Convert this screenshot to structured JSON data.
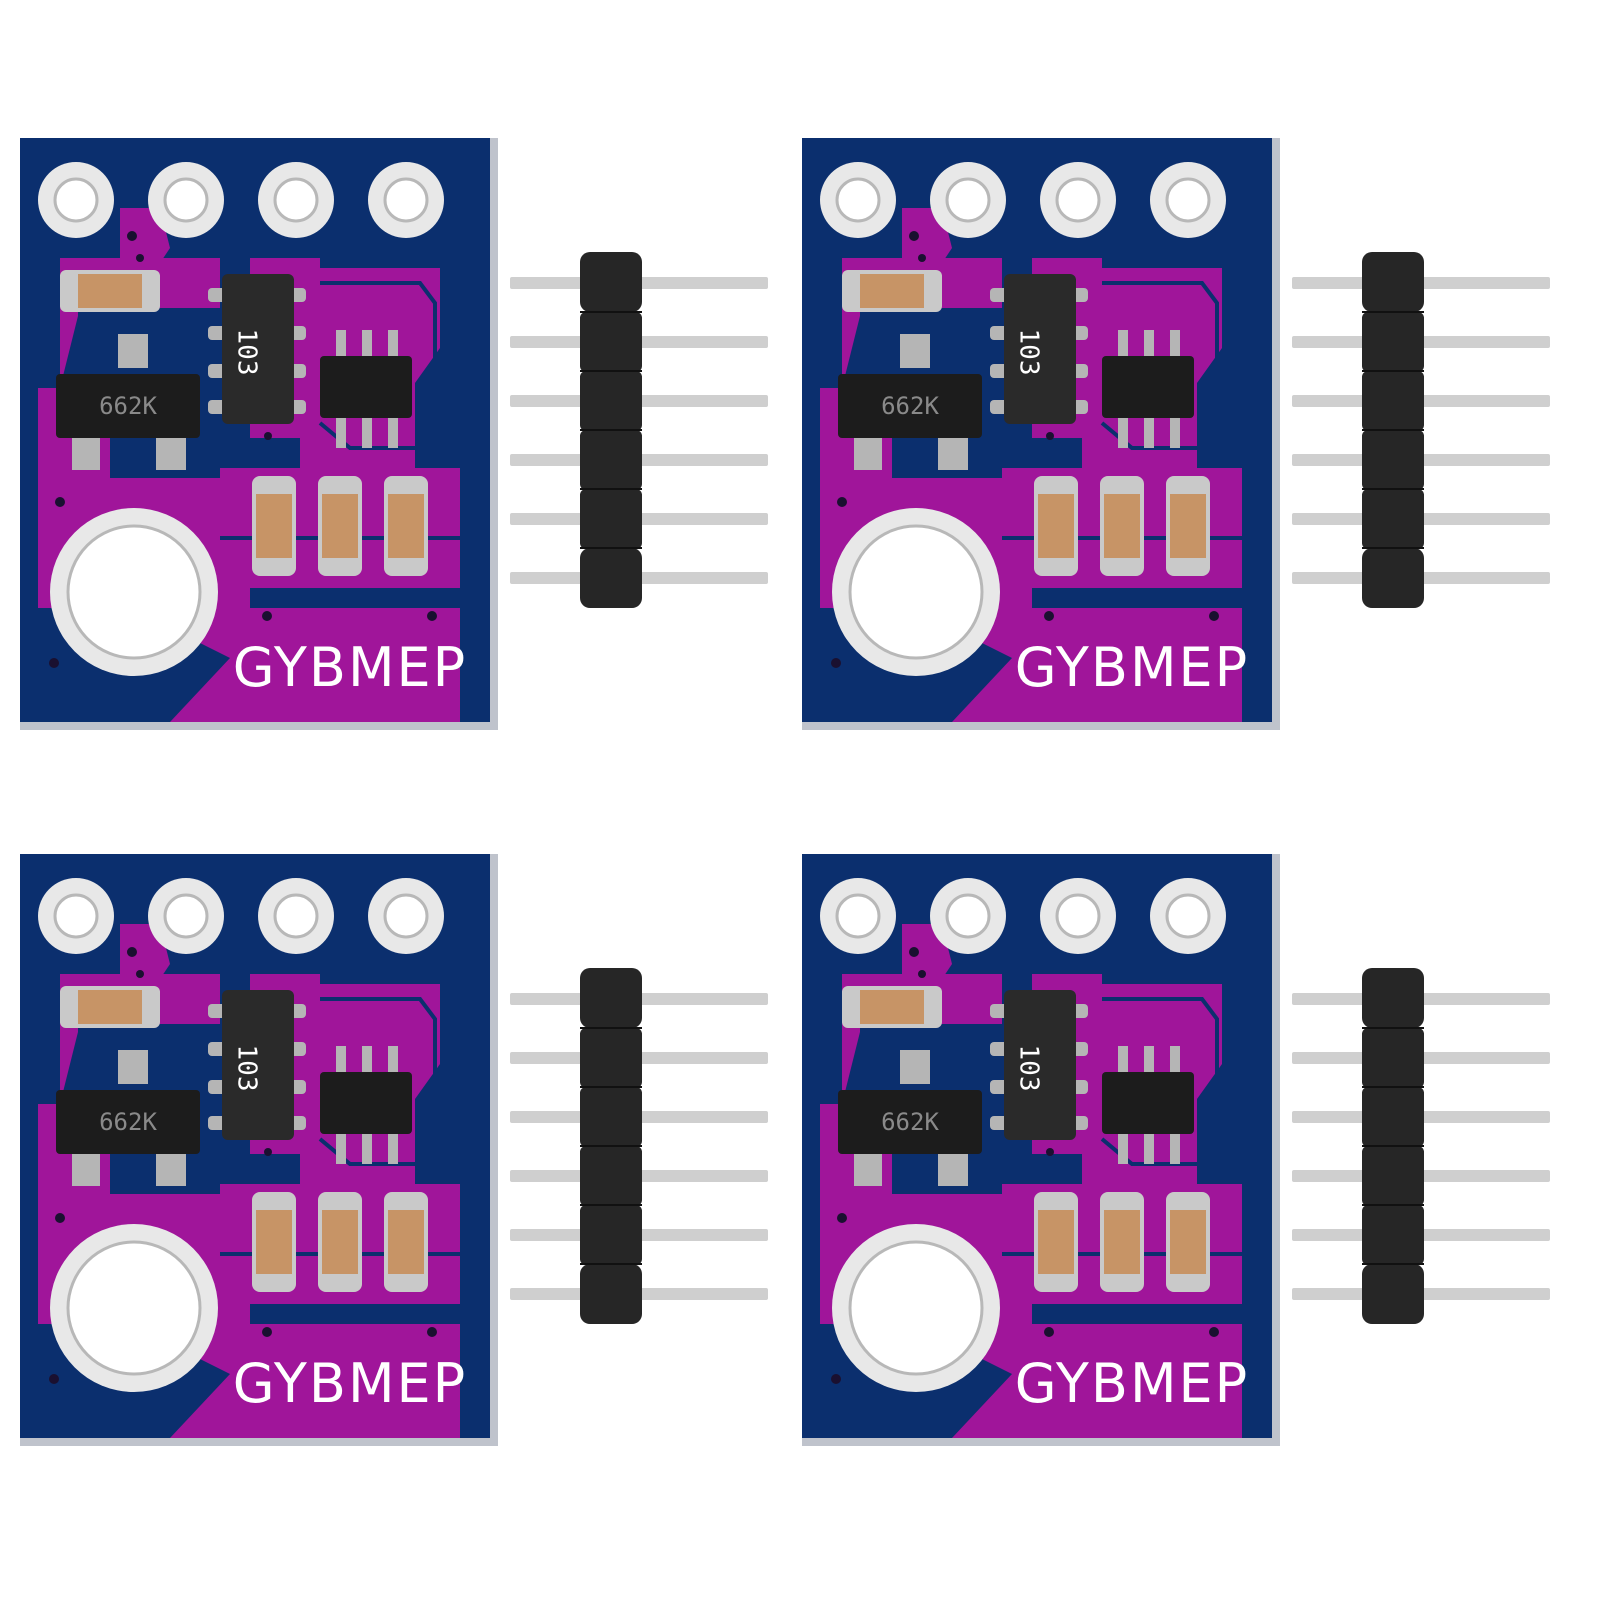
{
  "image": {
    "background_color": "#ffffff",
    "modules_count": 4
  },
  "module": {
    "board_label": "GYBMEP",
    "resistor_array_label": "103",
    "regulator_label": "662K",
    "board_color": "#0b2f6e",
    "trace_color": "#a0159a",
    "pad_color": "#e8e8e8",
    "pin_header_color": "#262626",
    "pin_color": "#cfcfcf",
    "pin_count": 6,
    "pads_top": 4
  }
}
